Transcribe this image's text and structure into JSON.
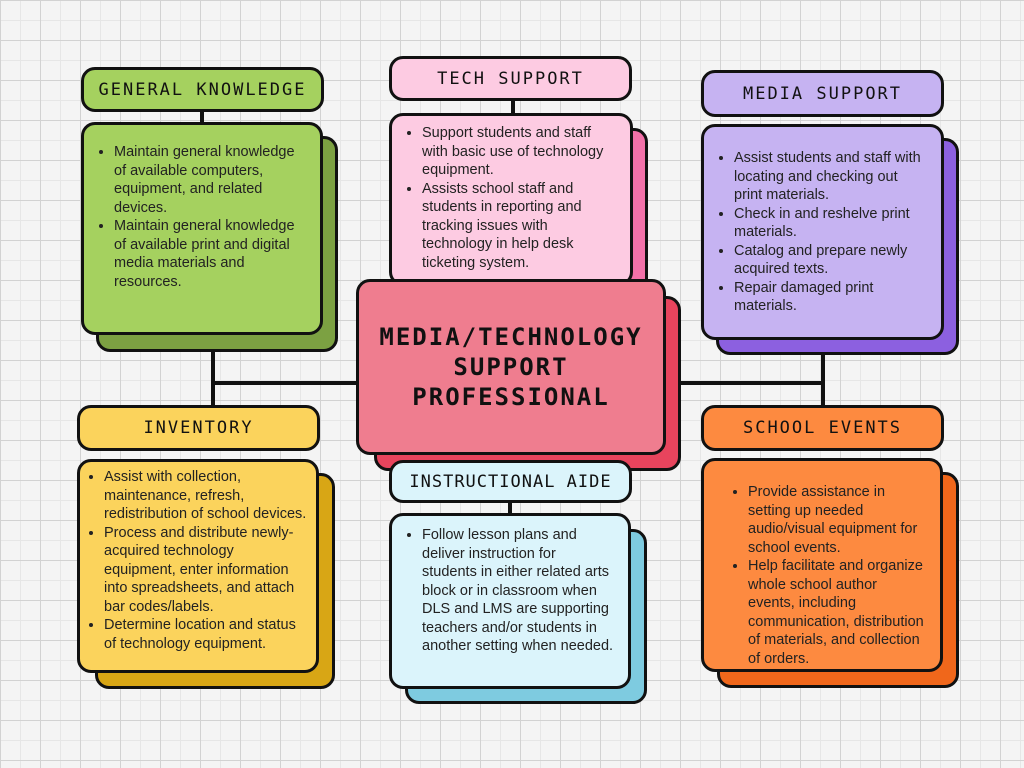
{
  "center": {
    "lines": [
      "MEDIA/TECHNOLOGY",
      "SUPPORT",
      "PROFESSIONAL"
    ],
    "color": "#ef7d8f",
    "shadow_color": "#e8445d"
  },
  "sections": {
    "general_knowledge": {
      "title": "GENERAL KNOWLEDGE",
      "color": "#a5d15f",
      "shadow_color": "#7ca142",
      "items": [
        "Maintain general knowledge of available computers, equipment, and related devices.",
        "Maintain general knowledge of available print and digital media materials and resources."
      ]
    },
    "tech_support": {
      "title": "TECH SUPPORT",
      "color": "#fdcbe2",
      "shadow_color": "#f271a9",
      "items": [
        "Support students and staff with basic use of technology equipment.",
        "Assists school staff and students in reporting and tracking issues with technology in help desk ticketing system."
      ]
    },
    "media_support": {
      "title": "MEDIA SUPPORT",
      "color": "#c6b3f2",
      "shadow_color": "#8c60e0",
      "items": [
        "Assist students and staff with locating and checking out print materials.",
        "Check in and reshelve print materials.",
        "Catalog and prepare newly acquired texts.",
        "Repair damaged print materials."
      ]
    },
    "inventory": {
      "title": "INVENTORY",
      "color": "#fbd35c",
      "shadow_color": "#d8a615",
      "items": [
        "Assist with collection, maintenance, refresh, redistribution of school devices.",
        "Process and distribute newly-acquired technology equipment, enter information into spreadsheets, and attach bar codes/labels.",
        "Determine location and status of technology equipment."
      ]
    },
    "instructional_aide": {
      "title": "INSTRUCTIONAL AIDE",
      "color": "#dbf4fb",
      "shadow_color": "#7ecbe0",
      "items": [
        "Follow lesson plans and deliver instruction for students in either related arts block or in classroom when DLS and LMS are supporting teachers and/or students in another setting when needed."
      ]
    },
    "school_events": {
      "title": "SCHOOL EVENTS",
      "color": "#fd8a40",
      "shadow_color": "#f0671b",
      "items": [
        "Provide assistance in setting up needed audio/visual equipment for school events.",
        "Help facilitate and organize whole school author events, including communication, distribution of materials, and collection of orders."
      ]
    }
  }
}
